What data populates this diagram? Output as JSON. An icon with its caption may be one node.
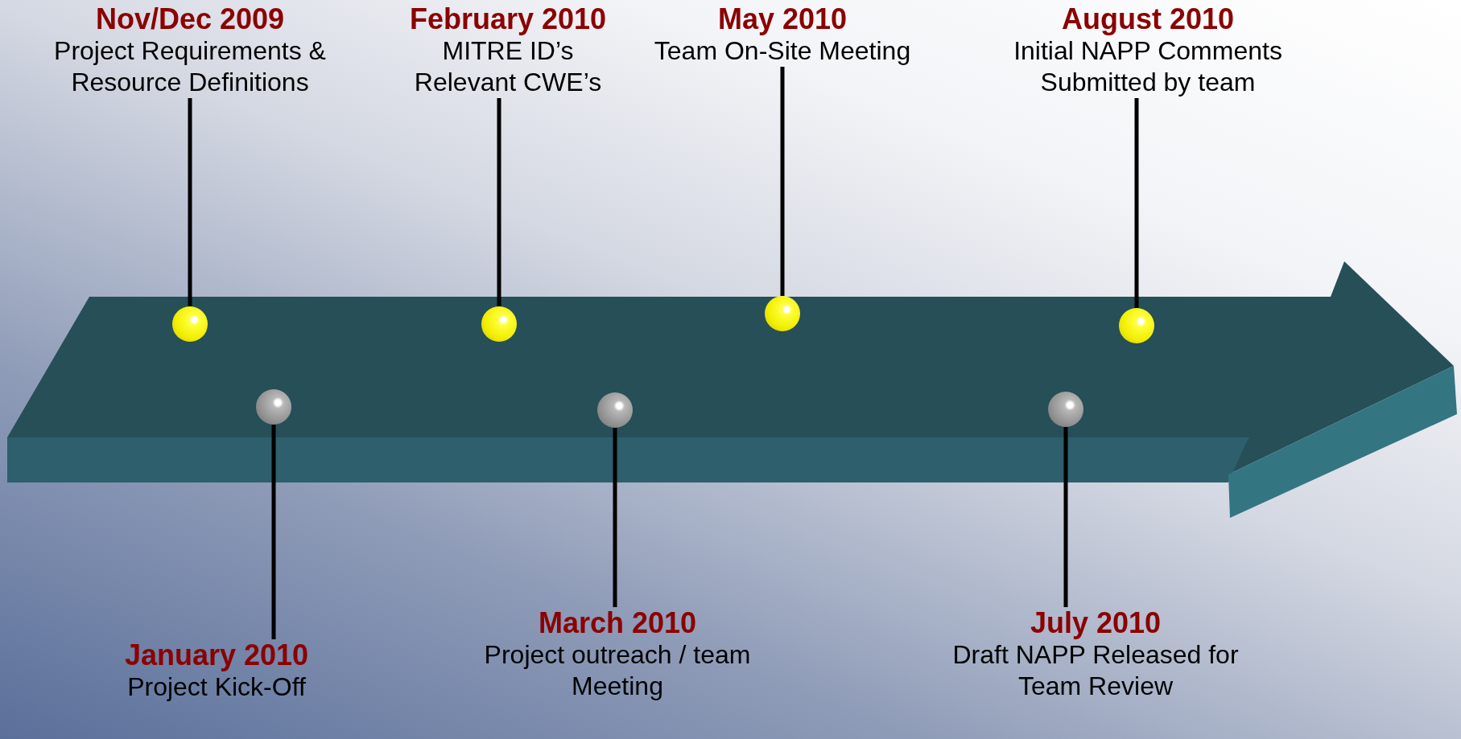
{
  "diagram": {
    "nodes": [
      {
        "text": [
          "Nov/Dec 2009",
          "Project Requirements & Resource Definitions"
        ]
      },
      {
        "text": [
          "February 2010",
          "MITRE ID’s Relevant CWE’s"
        ]
      },
      {
        "text": [
          "May 2010",
          "Team On-Site Meeting"
        ]
      },
      {
        "text": [
          "August 2010",
          "Initial NAPP Comments Submitted by team"
        ]
      },
      {
        "text": [],
        "shape": "circle"
      },
      {
        "text": [],
        "shape": "circle"
      },
      {
        "text": [],
        "shape": "circle"
      },
      {
        "text": [],
        "shape": "circle"
      },
      {
        "text": [],
        "shape": "circle"
      },
      {
        "text": [],
        "shape": "circle"
      },
      {
        "text": [],
        "shape": "circle"
      },
      {
        "text": [
          "January 2010",
          "Project Kick-Off"
        ]
      },
      {
        "text": [
          "March 2010",
          "Project outreach / team Meeting"
        ]
      },
      {
        "text": [
          "July 2010",
          "Draft NAPP Released for Team Review"
        ]
      }
    ],
    "edges": [
      {
        "from": 0,
        "to": 4,
        "arrow": "none"
      },
      {
        "from": 1,
        "to": 5,
        "arrow": "none"
      },
      {
        "from": 2,
        "to": 6,
        "arrow": "none"
      },
      {
        "from": 3,
        "to": 7,
        "arrow": "none"
      },
      {
        "from": 11,
        "to": 8,
        "arrow": "none"
      },
      {
        "from": 12,
        "to": 9,
        "arrow": "none"
      },
      {
        "from": 13,
        "to": 10,
        "arrow": "none"
      }
    ]
  }
}
